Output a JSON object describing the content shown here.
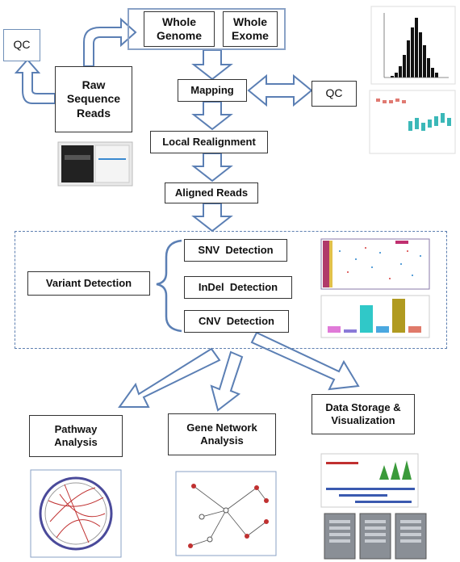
{
  "nodes": {
    "qc_left": "QC",
    "raw_reads": "Raw Sequence Reads",
    "whole_genome": "Whole Genome",
    "whole_exome": "Whole Exome",
    "mapping": "Mapping",
    "qc_right": "QC",
    "local_realignment": "Local Realignment",
    "aligned_reads": "Aligned Reads",
    "variant_detection": "Variant Detection",
    "snv_detection": "SNV  Detection",
    "indel_detection": "InDel  Detection",
    "cnv_detection": "CNV  Detection",
    "pathway_analysis": "Pathway Analysis",
    "gene_network_analysis": "Gene Network Analysis",
    "data_storage": "Data Storage & Visualization"
  },
  "colors": {
    "arrow_outline": "#5b7fb4",
    "box_border": "#333333",
    "dashed": "#5d7fb0"
  }
}
